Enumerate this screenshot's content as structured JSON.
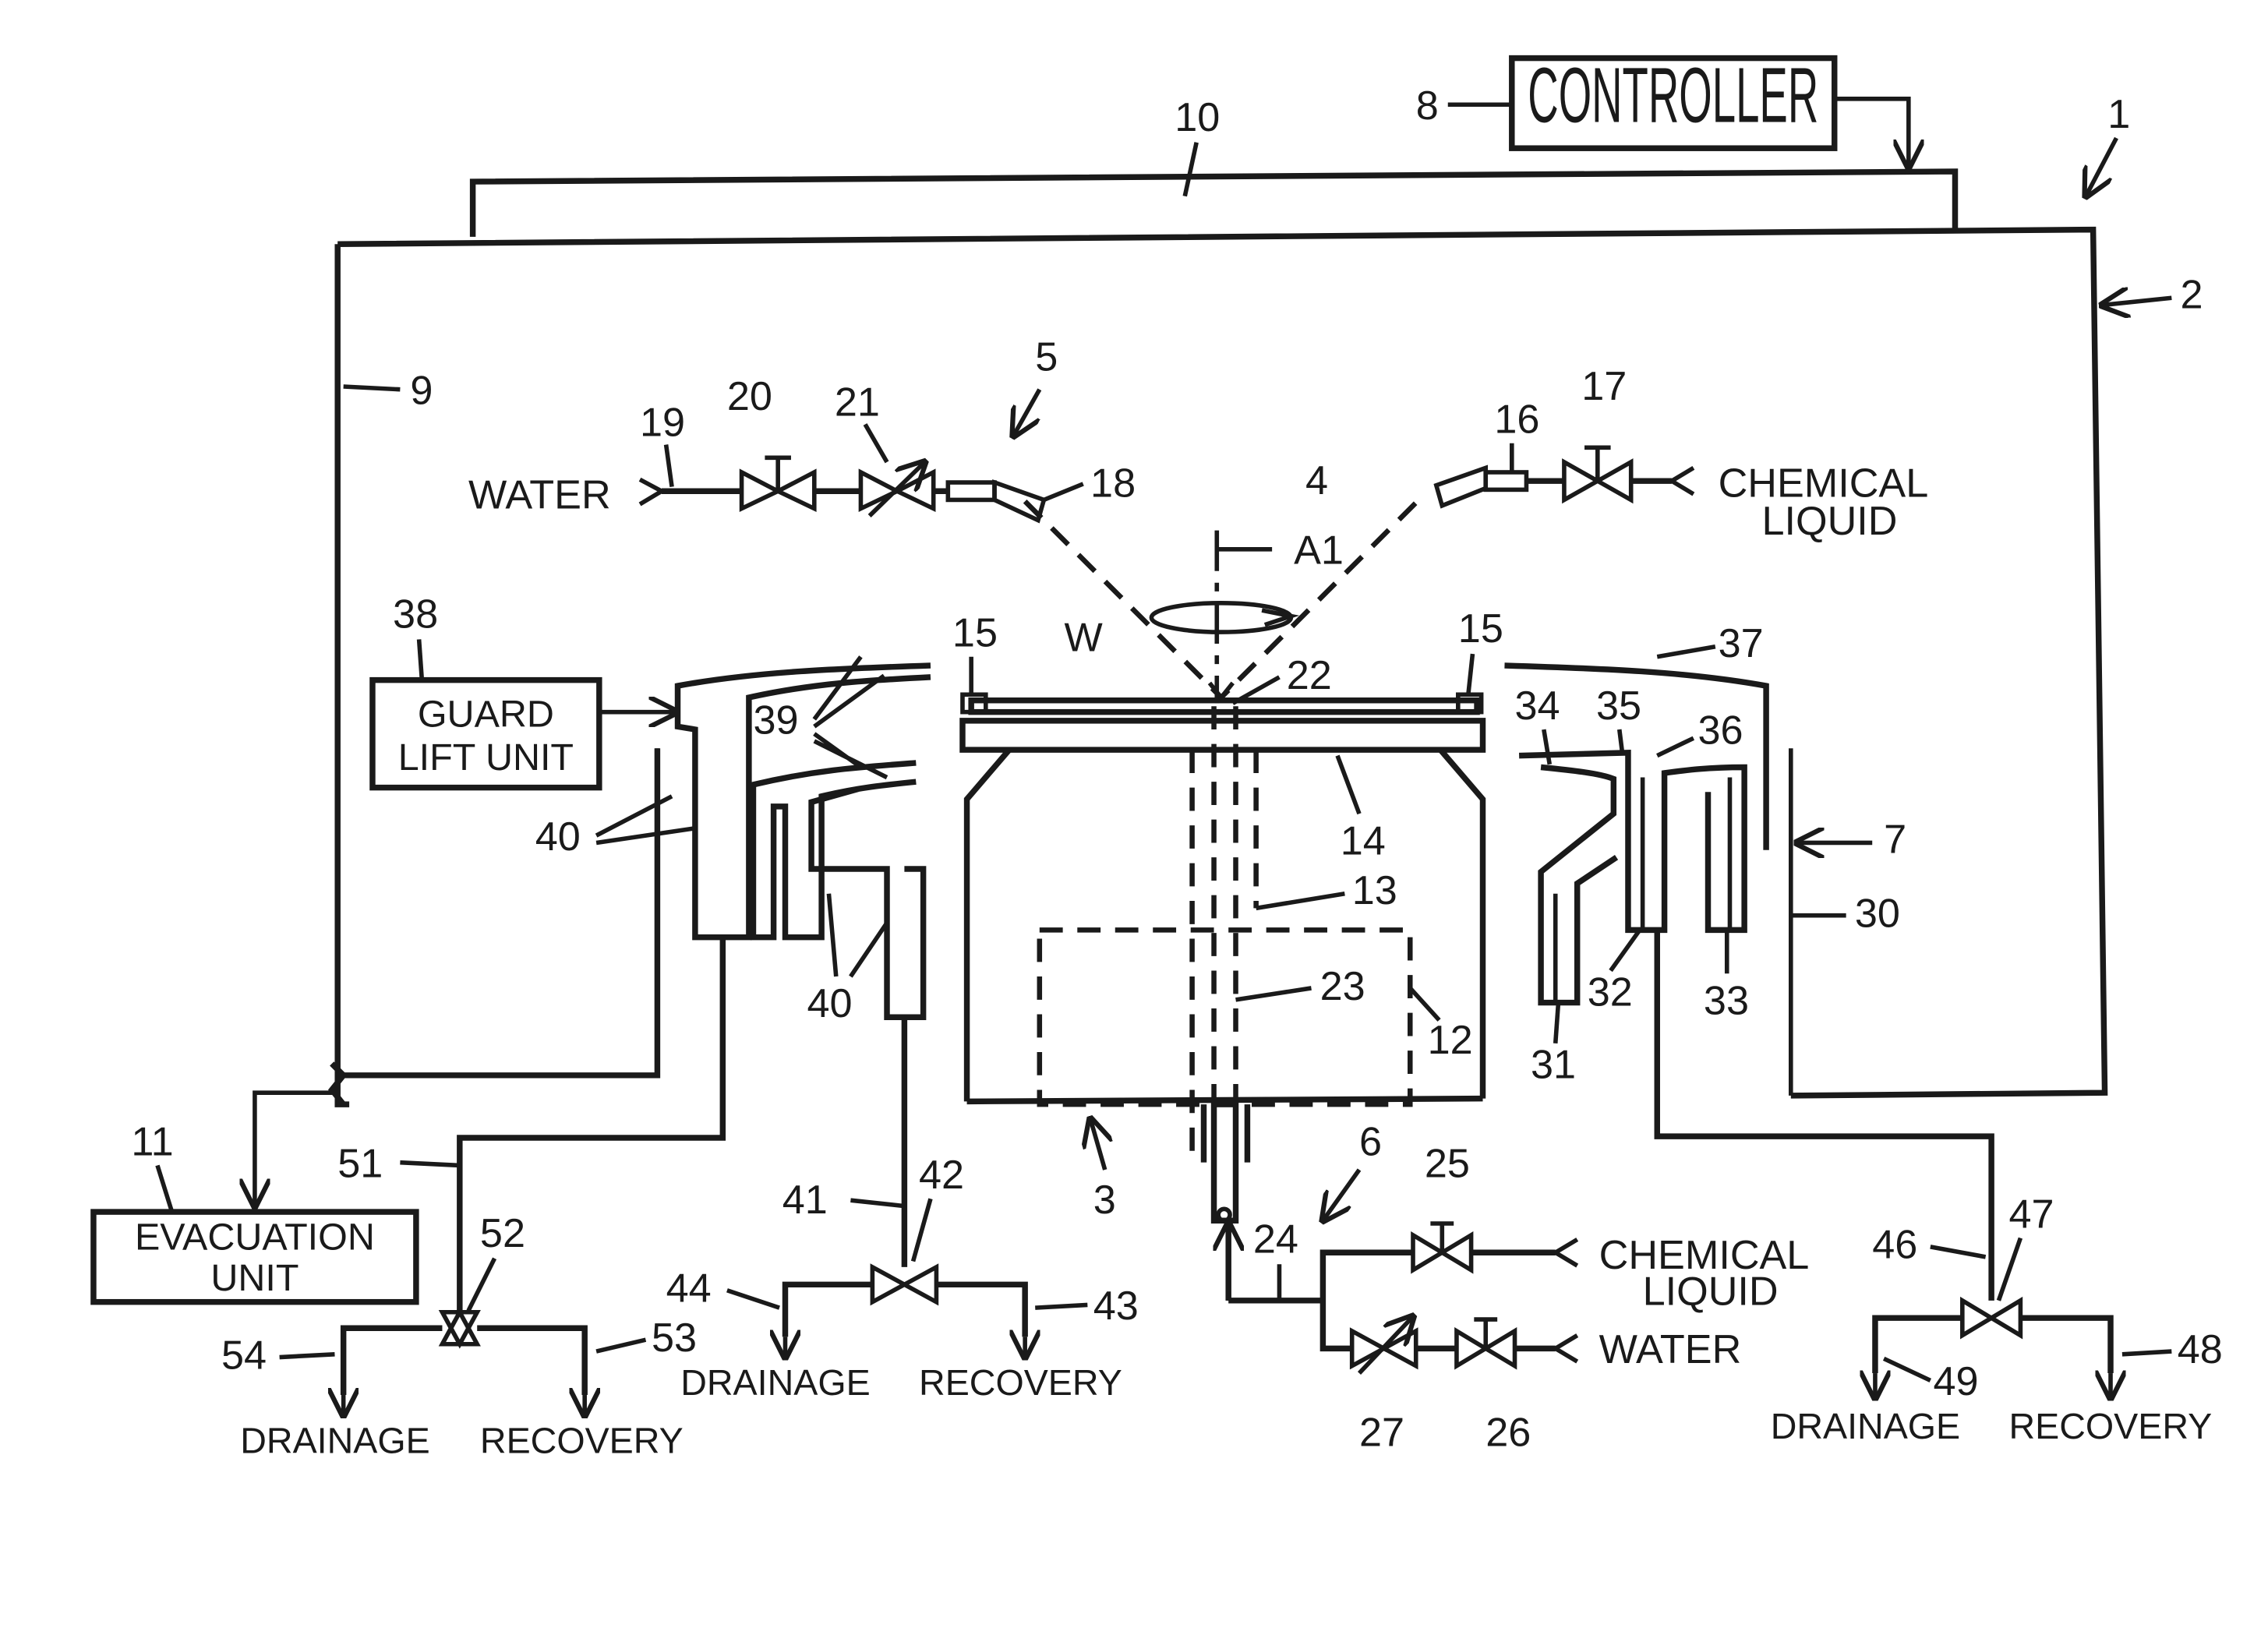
{
  "boxes": {
    "controller": "CONTROLLER",
    "guard_lift_unit_line1": "GUARD",
    "guard_lift_unit_line2": "LIFT UNIT",
    "evacuation_unit_line1": "EVACUATION",
    "evacuation_unit_line2": "UNIT"
  },
  "fluids": {
    "water_top": "WATER",
    "chemical_top_line1": "CHEMICAL",
    "chemical_top_line2": "LIQUID",
    "chemical_bottom_line1": "CHEMICAL",
    "chemical_bottom_line2": "LIQUID",
    "water_bottom": "WATER"
  },
  "outlets": {
    "drainage_left": "DRAINAGE",
    "recovery_left": "RECOVERY",
    "drainage_mid": "DRAINAGE",
    "recovery_mid": "RECOVERY",
    "drainage_right": "DRAINAGE",
    "recovery_right": "RECOVERY"
  },
  "misc": {
    "wafer": "W",
    "axis": "A1"
  },
  "refs": {
    "r1": "1",
    "r2": "2",
    "r3": "3",
    "r4": "4",
    "r5": "5",
    "r6": "6",
    "r7": "7",
    "r8": "8",
    "r9": "9",
    "r10": "10",
    "r11": "11",
    "r12": "12",
    "r13": "13",
    "r14": "14",
    "r15a": "15",
    "r15b": "15",
    "r16": "16",
    "r17": "17",
    "r18": "18",
    "r19": "19",
    "r20": "20",
    "r21": "21",
    "r22": "22",
    "r23": "23",
    "r24": "24",
    "r25": "25",
    "r26": "26",
    "r27": "27",
    "r30": "30",
    "r31": "31",
    "r32": "32",
    "r33": "33",
    "r34": "34",
    "r35": "35",
    "r36": "36",
    "r37": "37",
    "r38": "38",
    "r39": "39",
    "r40a": "40",
    "r40b": "40",
    "r41": "41",
    "r42": "42",
    "r43": "43",
    "r44": "44",
    "r46": "46",
    "r47": "47",
    "r48": "48",
    "r49": "49",
    "r51": "51",
    "r52": "52",
    "r53": "53",
    "r54": "54"
  }
}
